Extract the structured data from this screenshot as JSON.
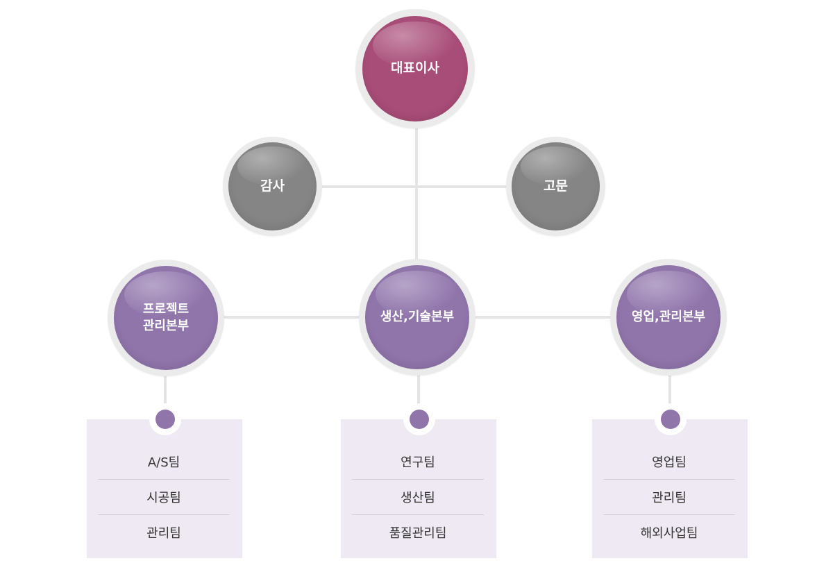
{
  "colors": {
    "ceo": "#a84d78",
    "staff": "#858585",
    "division": "#9075ab",
    "panel_bg": "#efe9f3",
    "connector": "#e4e4e4"
  },
  "chart": {
    "ceo": {
      "label": "대표이사"
    },
    "staff": [
      {
        "label": "감사"
      },
      {
        "label": "고문"
      }
    ],
    "divisions": [
      {
        "label": "프로젝트\n관리본부",
        "teams": [
          "A/S팀",
          "시공팀",
          "관리팀"
        ]
      },
      {
        "label": "생산,기술본부",
        "teams": [
          "연구팀",
          "생산팀",
          "품질관리팀"
        ]
      },
      {
        "label": "영업,관리본부",
        "teams": [
          "영업팀",
          "관리팀",
          "해외사업팀"
        ]
      }
    ]
  }
}
